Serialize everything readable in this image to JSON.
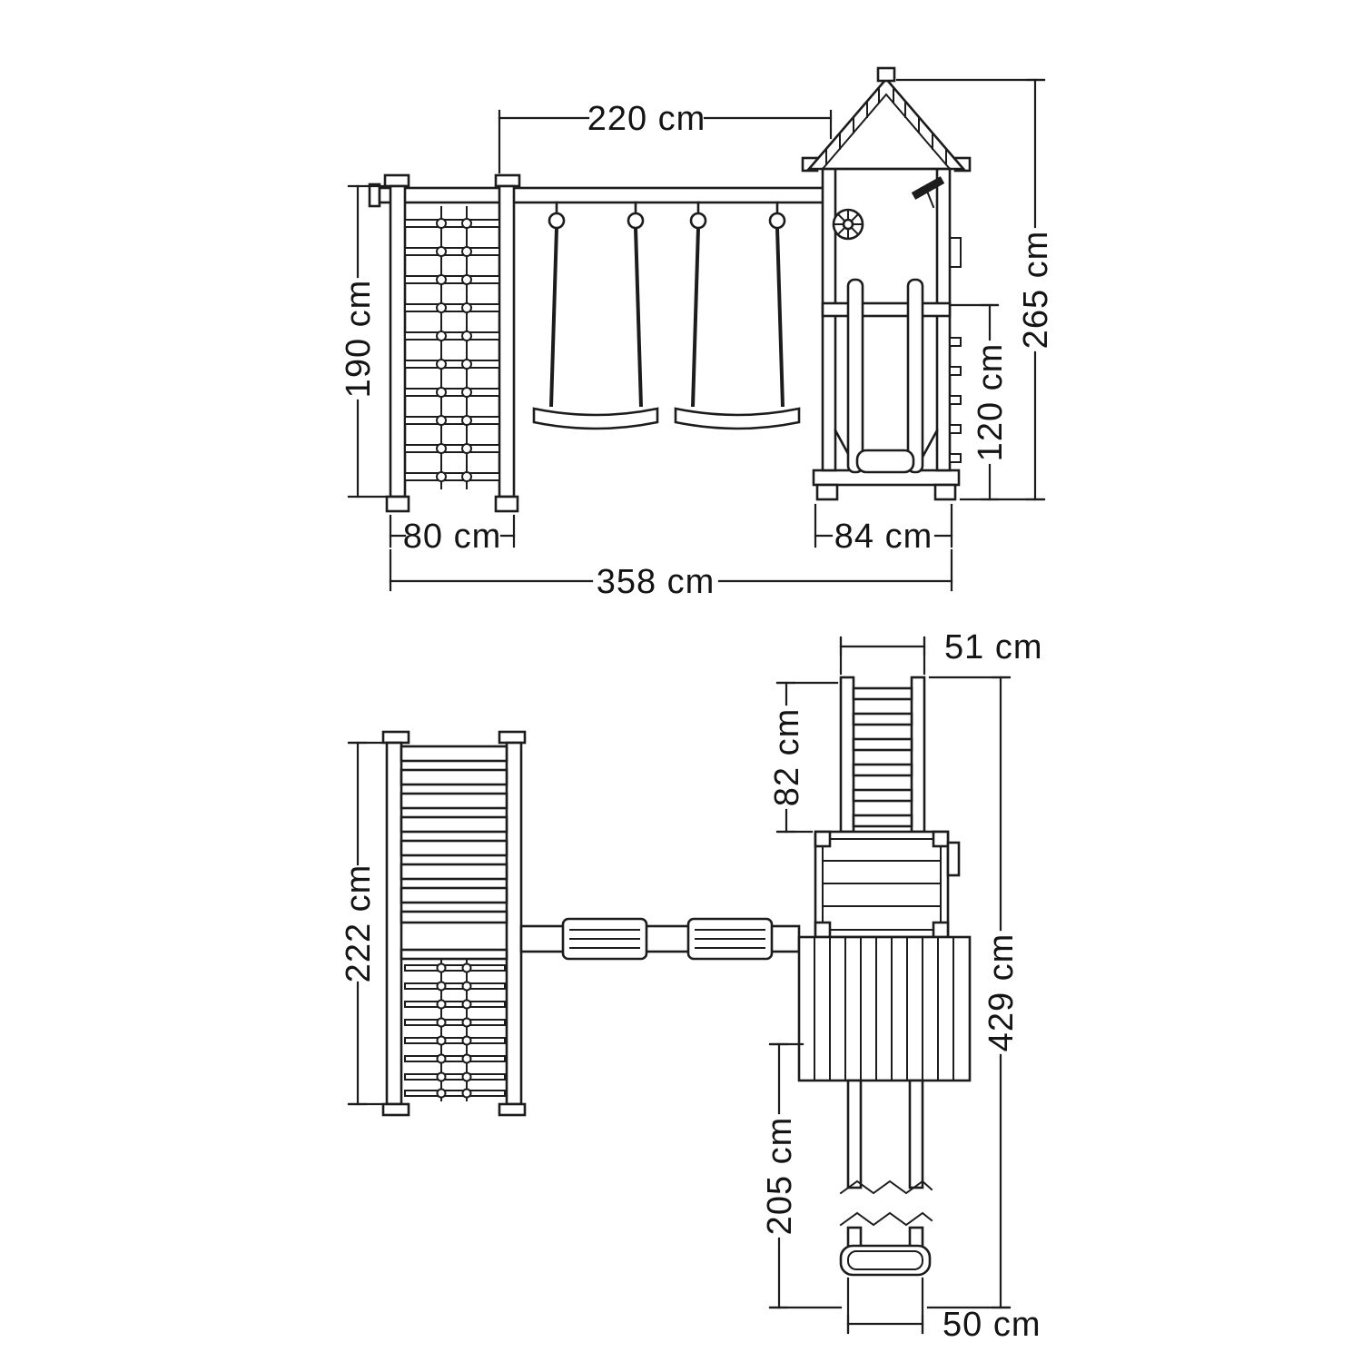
{
  "drawing": {
    "line_color": "#1c1c1c",
    "background_color": "#ffffff",
    "front_view": {
      "beam_width": "220 cm",
      "climbing_frame_height": "190 cm",
      "total_height": "265 cm",
      "platform_height": "120 cm",
      "climbing_frame_depth": "80 cm",
      "tower_width": "84 cm",
      "total_width": "358 cm"
    },
    "top_view": {
      "ladder_width": "51 cm",
      "ladder_depth": "82 cm",
      "climbing_frame_length": "222 cm",
      "total_depth": "429 cm",
      "slide_length": "205 cm",
      "slide_width": "50 cm"
    }
  }
}
